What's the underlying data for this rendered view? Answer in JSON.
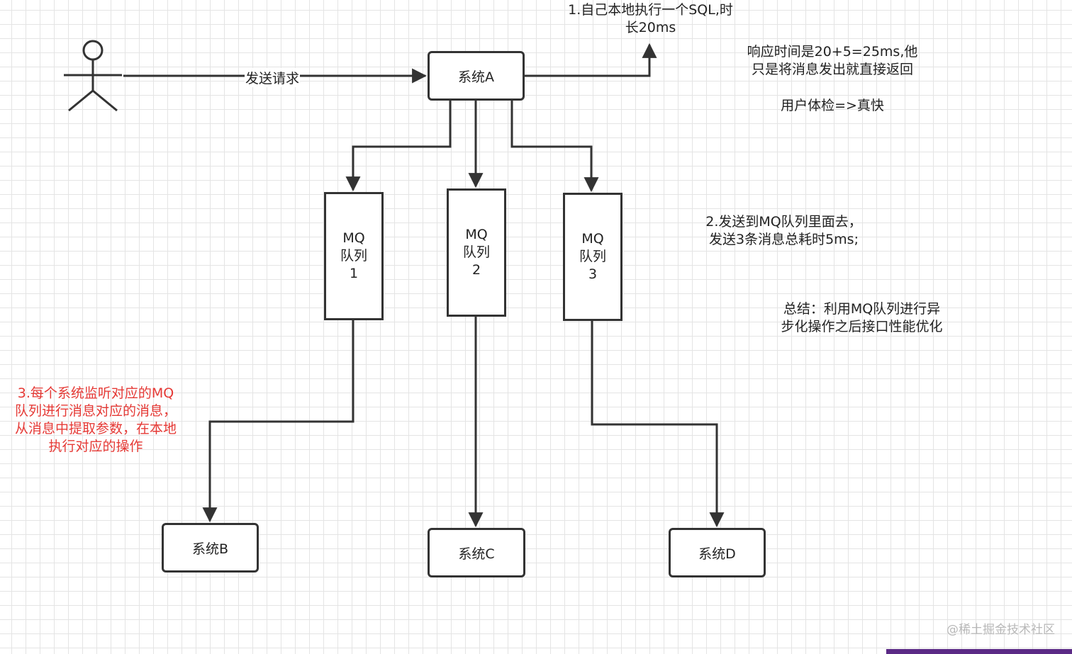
{
  "actor": {
    "label": ""
  },
  "edge_labels": {
    "send_request": "发送请求"
  },
  "nodes": {
    "system_a": "系统A",
    "system_b": "系统B",
    "system_c": "系统C",
    "system_d": "系统D"
  },
  "queues": [
    {
      "line1": "MQ",
      "line2": "队列",
      "line3": "1"
    },
    {
      "line1": "MQ",
      "line2": "队列",
      "line3": "2"
    },
    {
      "line1": "MQ",
      "line2": "队列",
      "line3": "3"
    }
  ],
  "notes": {
    "step1": [
      "1.自己本地执行一个SQL,时",
      "长20ms"
    ],
    "response": [
      "响应时间是20+5=25ms,他",
      "只是将消息发出就直接返回"
    ],
    "experience": "用户体检=>真快",
    "step2": [
      "2.发送到MQ队列里面去，",
      "发送3条消息总耗时5ms;"
    ],
    "summary": [
      "总结：利用MQ队列进行异",
      "步化操作之后接口性能优化"
    ],
    "step3": [
      "3.每个系统监听对应的MQ",
      "队列进行消息对应的消息，",
      "从消息中提取参数，在本地",
      "执行对应的操作"
    ]
  },
  "colors": {
    "line": "#333333",
    "note_red": "#e53935",
    "grid": "#e4e4e4"
  },
  "watermark": "@稀土掘金技术社区"
}
